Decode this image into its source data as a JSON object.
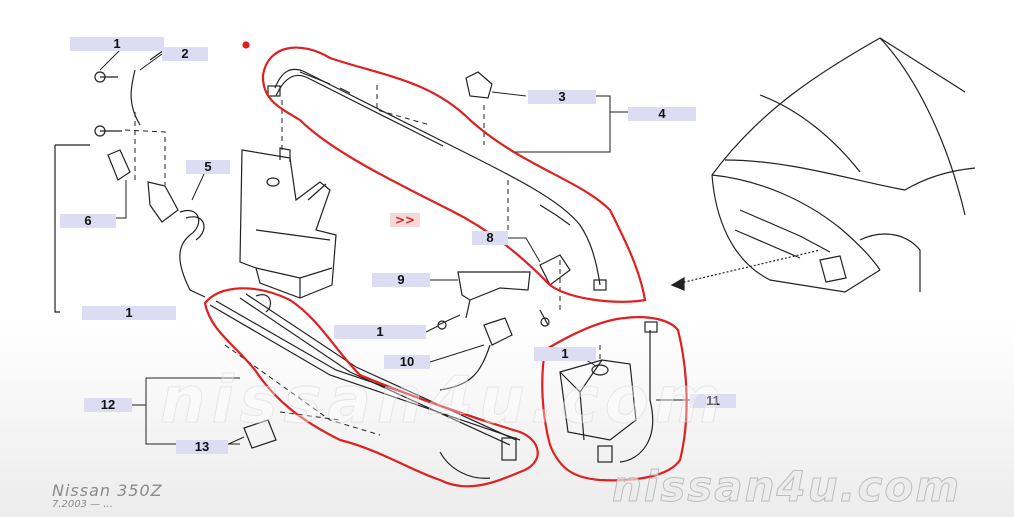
{
  "callouts": {
    "c1_top": "1",
    "c2_top": "2",
    "c3": "3",
    "c4": "4",
    "c5": "5",
    "c6": "6",
    "c1_left": "1",
    "c8": "8",
    "c9": "9",
    "c1_mid": "1",
    "c10": "10",
    "c1_right": "1",
    "c11": "11",
    "c12": "12",
    "c13": "13"
  },
  "arrow_tag": ">>",
  "footer": {
    "model": "Nissan 350Z",
    "date": "7.2003 — ..."
  },
  "watermark": {
    "main": "nissan4u.com",
    "background": "nissan4u.com"
  },
  "colors": {
    "highlight": "#e02020",
    "label_fill": "#dcdcf2",
    "line": "#222222"
  }
}
